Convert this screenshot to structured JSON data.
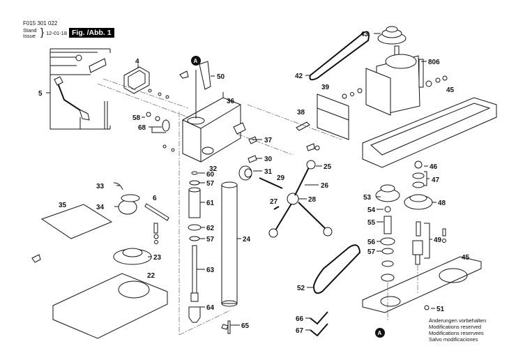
{
  "header": {
    "document_number": "F015 301 022",
    "stand_label": "Stand",
    "issue_label": "Issue",
    "brace": "}",
    "date": "12-01-18",
    "figure_label": "Fig. /Abb. 1"
  },
  "notes": [
    "Änderungen vorbehalten",
    "Modifications reserved",
    "Modifications reservees",
    "Salvo modificaciones"
  ],
  "reference_marker": "A",
  "part_labels": {
    "p4": "4",
    "p5": "5",
    "p6": "6",
    "p22": "22",
    "p23": "23",
    "p24": "24",
    "p25": "25",
    "p26": "26",
    "p27": "27",
    "p28": "28",
    "p29": "29",
    "p30": "30",
    "p31": "31",
    "p32": "32",
    "p33": "33",
    "p34": "34",
    "p35": "35",
    "p36": "36",
    "p37": "37",
    "p38": "38",
    "p39": "39",
    "p42": "42",
    "p43": "43",
    "p45": "45",
    "p46": "46",
    "p47": "47",
    "p48": "48",
    "p49": "49",
    "p50": "50",
    "p51": "51",
    "p52": "52",
    "p53": "53",
    "p54": "54",
    "p55": "55",
    "p56": "56",
    "p57": "57",
    "p58": "58",
    "p60": "60",
    "p61": "61",
    "p62": "62",
    "p63": "63",
    "p64": "64",
    "p65": "65",
    "p66": "66",
    "p67": "67",
    "p68": "68",
    "p806": "806"
  }
}
